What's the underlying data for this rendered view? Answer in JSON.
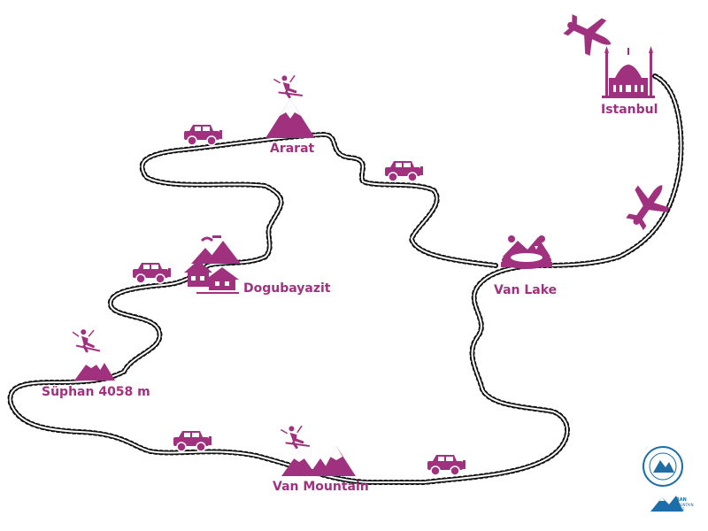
{
  "colors": {
    "accent": "#a0317f",
    "route": "#111111",
    "route_inner": "#ffffff",
    "logo_blue": "#1d6ea8"
  },
  "stops": [
    {
      "id": "istanbul",
      "label": "Istanbul",
      "icon": "mosque-icon"
    },
    {
      "id": "van-lake",
      "label": "Van Lake",
      "icon": "lake-landscape-icon"
    },
    {
      "id": "ararat",
      "label": "Ararat",
      "icon": "mountain-skier-icon"
    },
    {
      "id": "dogubayazit",
      "label": "Dogubayazit",
      "icon": "village-icon"
    },
    {
      "id": "suphan",
      "label": "Süphan 4058 m",
      "icon": "mountain-skier-icon"
    },
    {
      "id": "van-mountain",
      "label": "Van Mountain",
      "icon": "mountain-range-skier-icon"
    }
  ],
  "transport_icons": [
    "airplane-icon",
    "jeep-icon"
  ],
  "logos": {
    "seal": "iran-mountain-seal-icon",
    "brand_line1": "IRAN",
    "brand_line2": "MOUNTAIN",
    "brand_line3": "ZONE"
  }
}
